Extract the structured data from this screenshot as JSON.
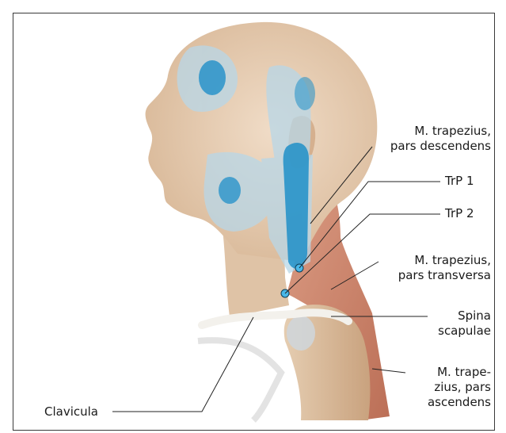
{
  "labels": {
    "trapezius_descendens": [
      "M. trapezius,",
      "pars descendens"
    ],
    "trp1": "TrP 1",
    "trp2": "TrP 2",
    "trapezius_transversa": [
      "M. trapezius,",
      "pars transversa"
    ],
    "spina_scapulae": [
      "Spina",
      "scapulae"
    ],
    "trapezius_ascendens": [
      "M. trape-",
      "zius, pars",
      "ascendens"
    ],
    "clavicula": "Clavicula"
  },
  "colors": {
    "skin": "#e9d3bd",
    "skin_shadow": "#d7b79a",
    "pain_zone": "#b8d7e8",
    "pain_core": "#1f8fc8",
    "muscle": "#c87a5c",
    "trigger_point": "#49b7e8",
    "leader_line": "#222222"
  }
}
